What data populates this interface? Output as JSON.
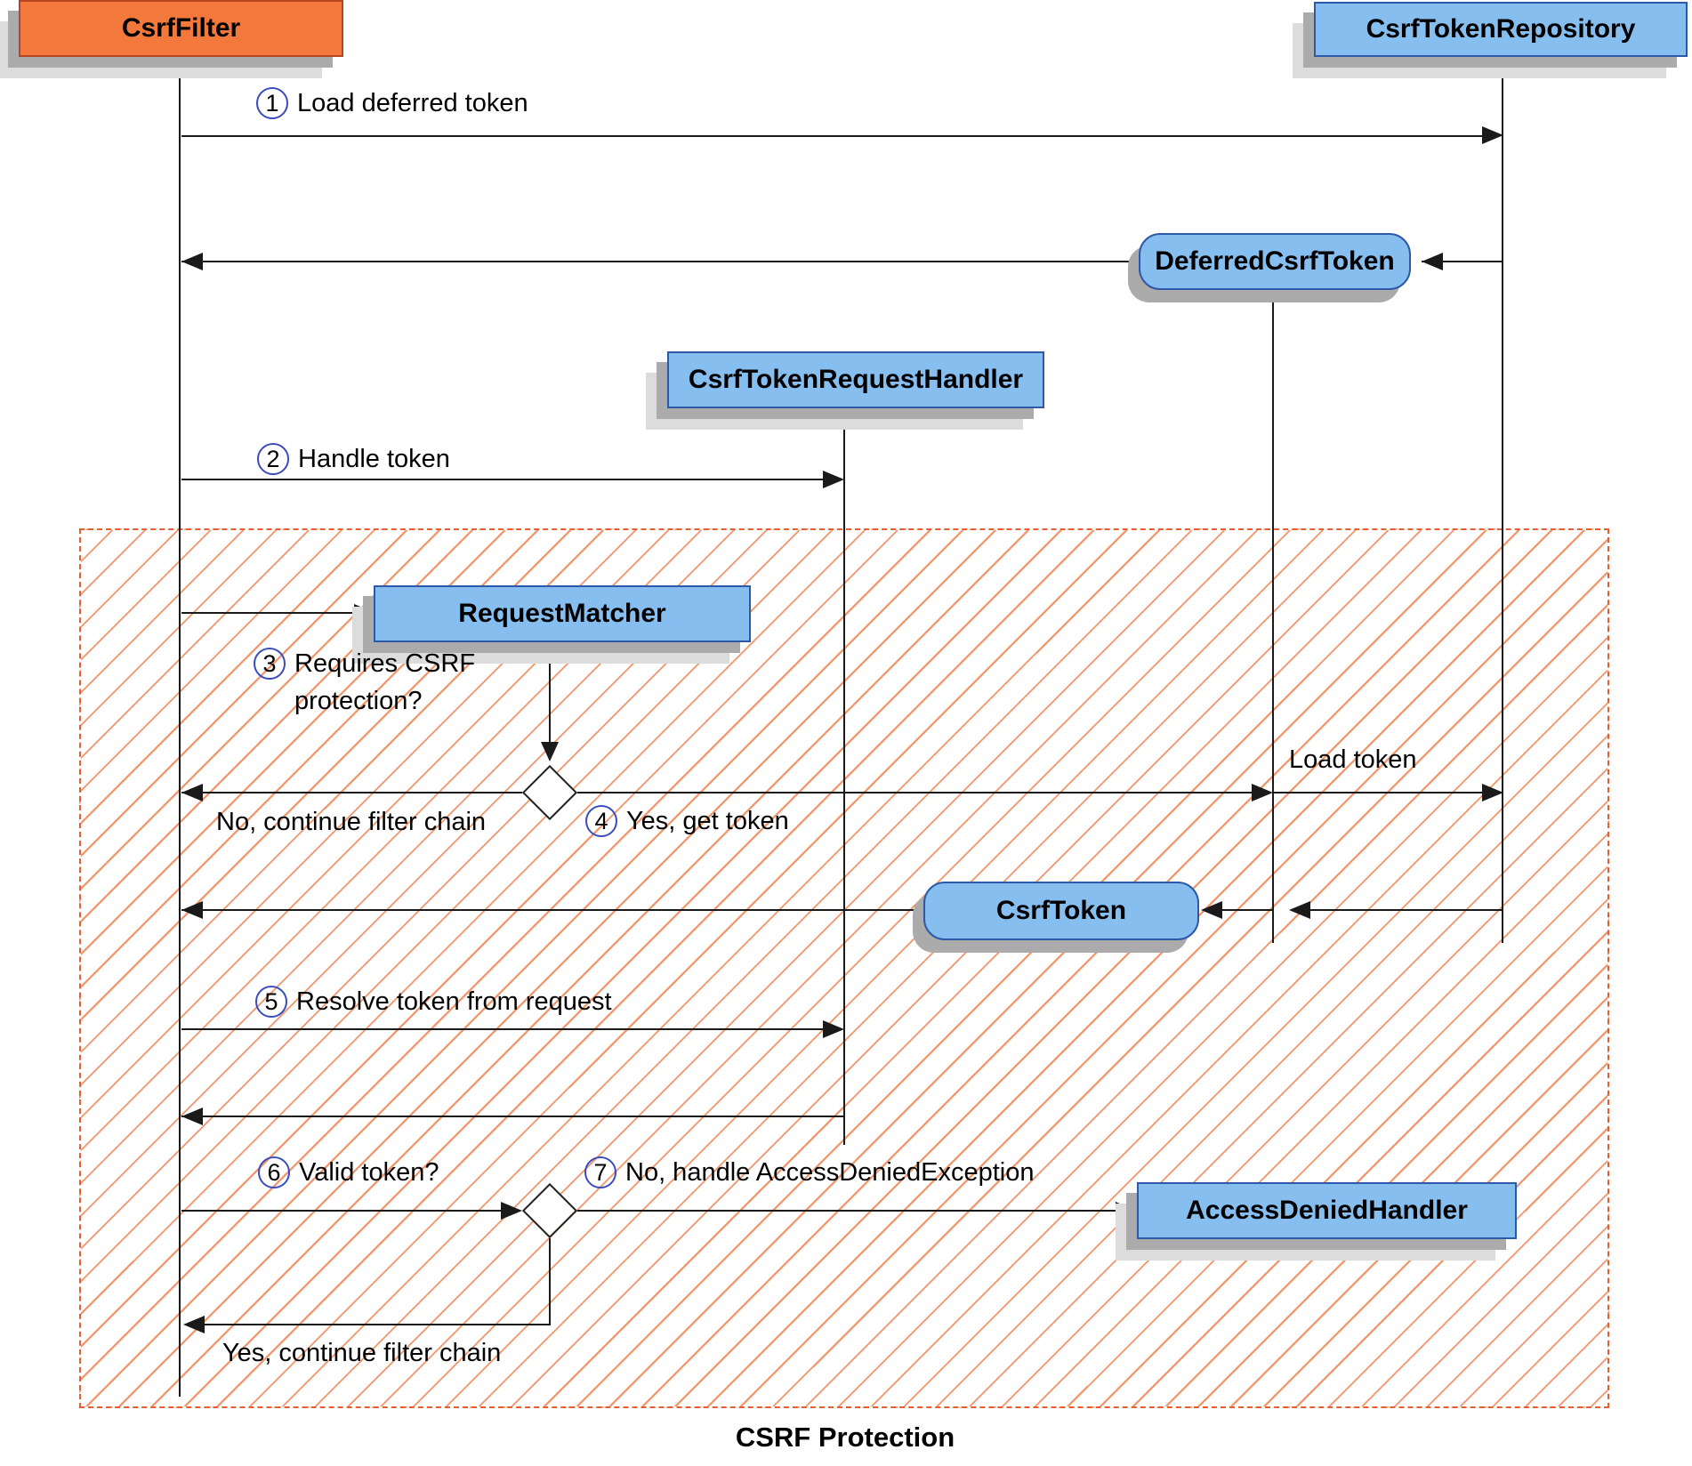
{
  "diagram": {
    "caption": "CSRF Protection",
    "actors": {
      "csrf_filter": "CsrfFilter",
      "csrf_token_repository": "CsrfTokenRepository",
      "deferred_csrf_token": "DeferredCsrfToken",
      "csrf_token_request_handler": "CsrfTokenRequestHandler",
      "request_matcher": "RequestMatcher",
      "csrf_token": "CsrfToken",
      "access_denied_handler": "AccessDeniedHandler"
    },
    "steps": {
      "s1": {
        "num": "1",
        "label": "Load deferred token"
      },
      "s2": {
        "num": "2",
        "label": "Handle token"
      },
      "s3": {
        "num": "3",
        "line1": "Requires CSRF",
        "line2": "protection?"
      },
      "s4": {
        "num": "4",
        "label": "Yes, get token"
      },
      "s5": {
        "num": "5",
        "label": "Resolve token from request"
      },
      "s6": {
        "num": "6",
        "label": "Valid token?"
      },
      "s7": {
        "num": "7",
        "label": "No, handle AccessDeniedException"
      }
    },
    "labels": {
      "no_continue": "No, continue filter chain",
      "load_token": "Load token",
      "yes_continue": "Yes, continue filter chain"
    },
    "colors": {
      "actor-orange": "#F2793B",
      "orange-border": "#B4451E",
      "actor-blue": "#87BEF0",
      "box-border-blue": "#2E59A8",
      "hatch-stripe": "#F09468",
      "hatch-border": "#E85D30",
      "shadow-gray": "#ABABAB",
      "shadow-light": "#DCDCDC",
      "number-circle": "#3A4CC0",
      "line-black": "#1A1A1A"
    }
  }
}
